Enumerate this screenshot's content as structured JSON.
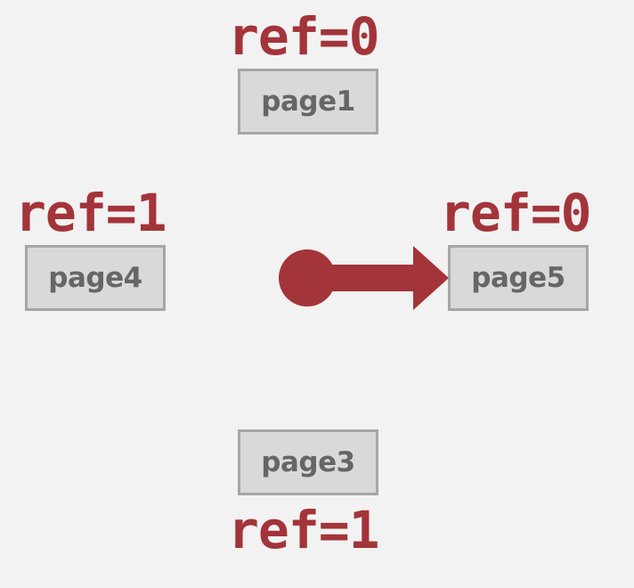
{
  "nodes": {
    "page1": {
      "ref": "ref=0",
      "label": "page1"
    },
    "page4": {
      "ref": "ref=1",
      "label": "page4"
    },
    "page5": {
      "ref": "ref=0",
      "label": "page5"
    },
    "page3": {
      "ref": "ref=1",
      "label": "page3"
    }
  },
  "pointer": {
    "target": "page5",
    "icon": "pointer-arrow-icon"
  },
  "colors": {
    "background": "#f2f2f2",
    "ref_text": "#a3343a",
    "arrow": "#a3343a",
    "box_fill": "#d9d9d9",
    "box_border": "#a6a6a6",
    "box_text": "#666666"
  }
}
